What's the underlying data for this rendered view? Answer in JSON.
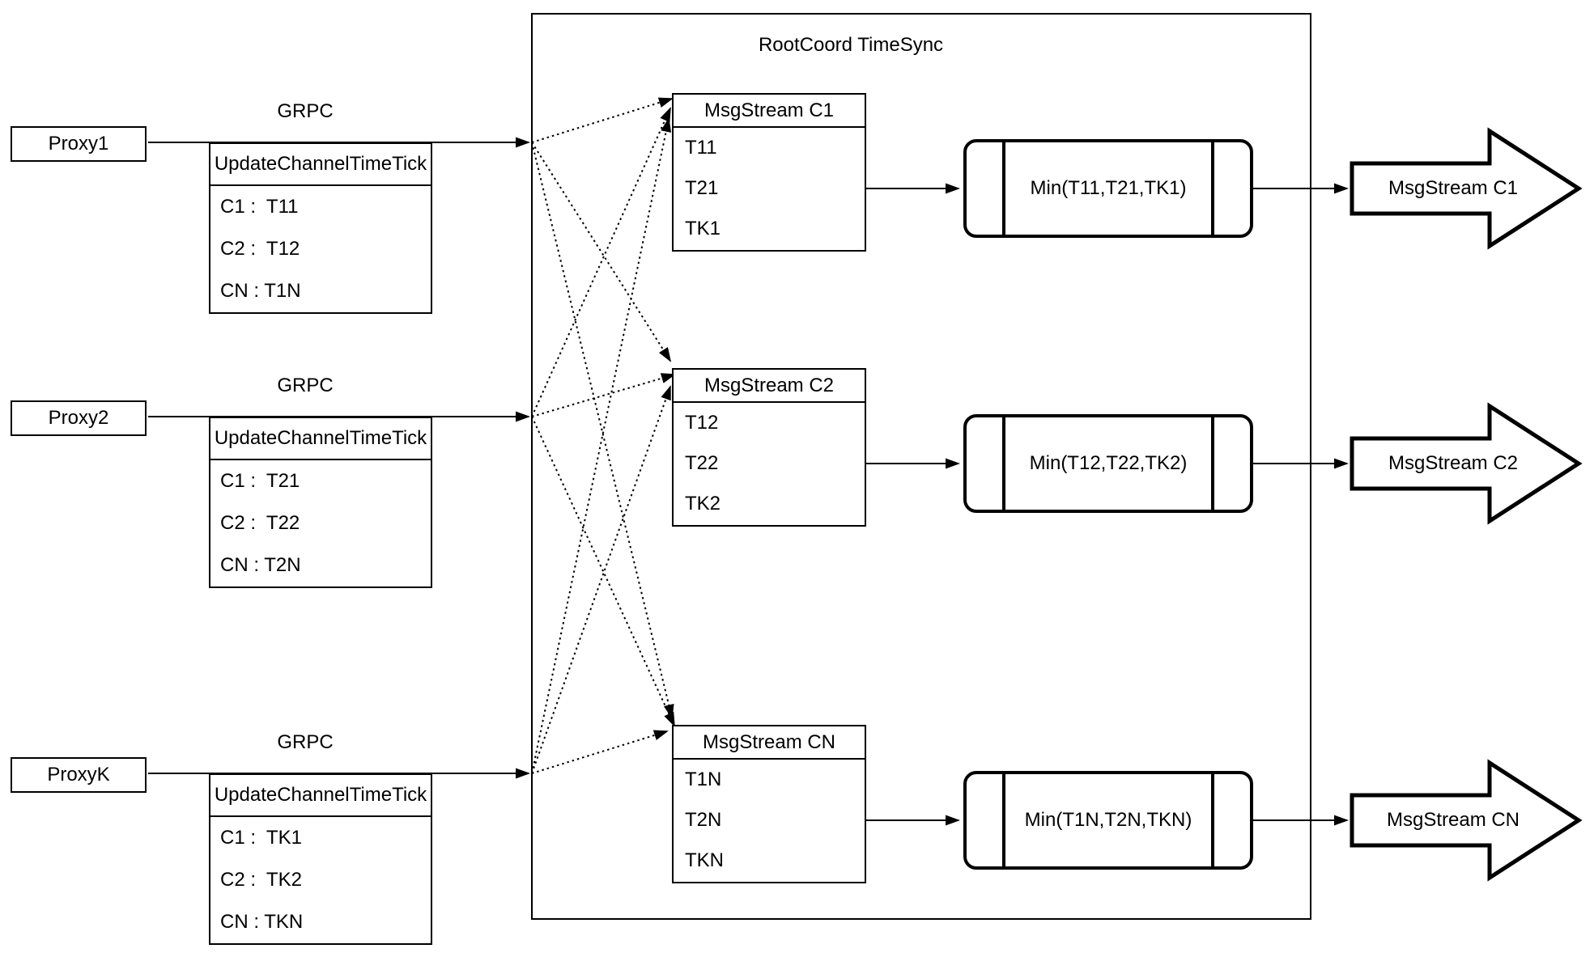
{
  "diagram": {
    "root_box": {
      "title": "RootCoord TimeSync"
    },
    "proxies": [
      {
        "label": "Proxy1",
        "protocol_label": "GRPC",
        "table_header": "UpdateChannelTimeTick",
        "rows": [
          "C1 :  T11",
          "C2 :  T12",
          "CN : T1N"
        ]
      },
      {
        "label": "Proxy2",
        "protocol_label": "GRPC",
        "table_header": "UpdateChannelTimeTick",
        "rows": [
          "C1 :  T21",
          "C2 :  T22",
          "CN : T2N"
        ]
      },
      {
        "label": "ProxyK",
        "protocol_label": "GRPC",
        "table_header": "UpdateChannelTimeTick",
        "rows": [
          "C1 :  TK1",
          "C2 :  TK2",
          "CN : TKN"
        ]
      }
    ],
    "streams": [
      {
        "header": "MsgStream C1",
        "rows": [
          "T11",
          "T21",
          "TK1"
        ],
        "min_label": "Min(T11,T21,TK1)",
        "output_label": "MsgStream C1"
      },
      {
        "header": "MsgStream C2",
        "rows": [
          "T12",
          "T22",
          "TK2"
        ],
        "min_label": "Min(T12,T22,TK2)",
        "output_label": "MsgStream C2"
      },
      {
        "header": "MsgStream CN",
        "rows": [
          "T1N",
          "T2N",
          "TKN"
        ],
        "min_label": "Min(T1N,T2N,TKN)",
        "output_label": "MsgStream CN"
      }
    ],
    "colors": {
      "stroke": "#000000",
      "background": "#ffffff"
    }
  }
}
